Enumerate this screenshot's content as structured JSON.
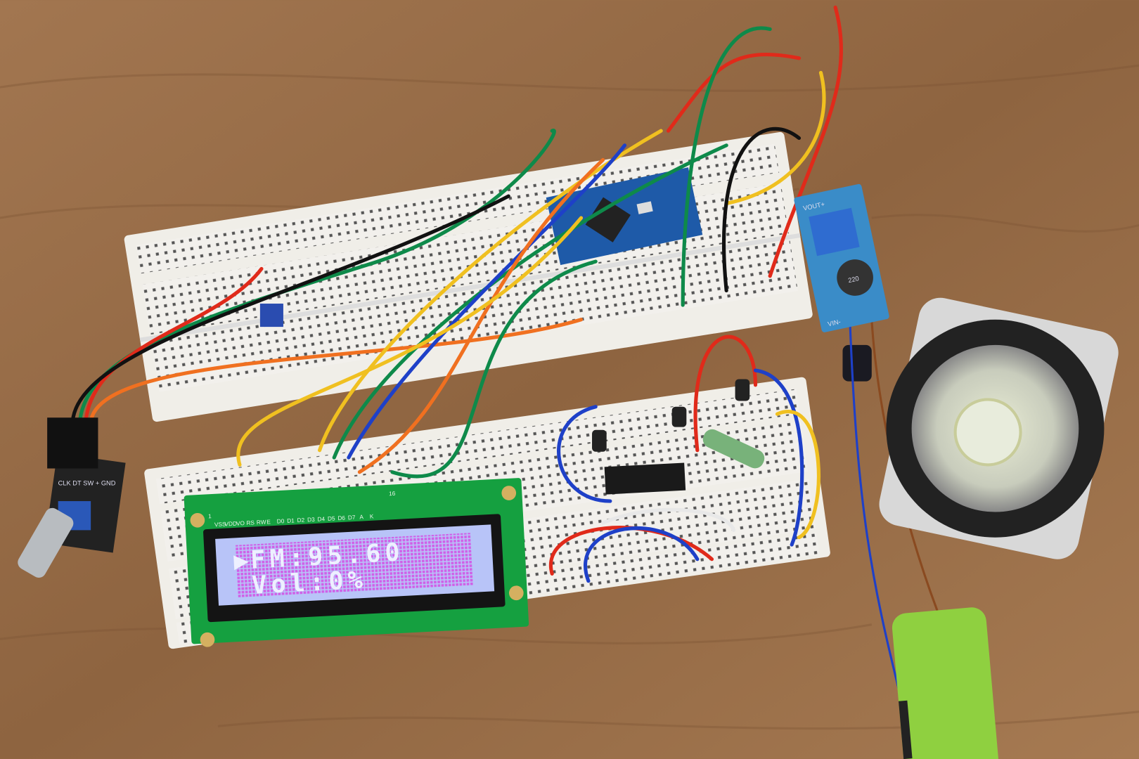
{
  "lcd": {
    "line1": "FM:95.60",
    "line2": "Vol:0%",
    "cursor_glyph": "▶",
    "pin_first": "1",
    "pin_last": "16",
    "pin_labels": [
      "VSS",
      "VDD",
      "VO",
      "RS",
      "RW",
      "E",
      "D0",
      "D1",
      "D2",
      "D3",
      "D4",
      "D5",
      "D6",
      "D7",
      "A",
      "K"
    ],
    "backlight_color": "#b8c4f8",
    "pixel_color": "#d060e8"
  },
  "boost_module": {
    "inductor_label": "220",
    "vout_label": "VOUT+",
    "vin_label": "VIN-",
    "board_color": "#3a8cc8"
  },
  "encoder": {
    "pin_labels": [
      "CLK",
      "DT",
      "SW",
      "+",
      "GND"
    ]
  },
  "battery": {
    "color": "#8fd040"
  },
  "wire_colors": [
    "#e02a1a",
    "#0e8a4a",
    "#f0c020",
    "#1e40c8",
    "#f07020",
    "#111111",
    "#e8e8e8"
  ]
}
